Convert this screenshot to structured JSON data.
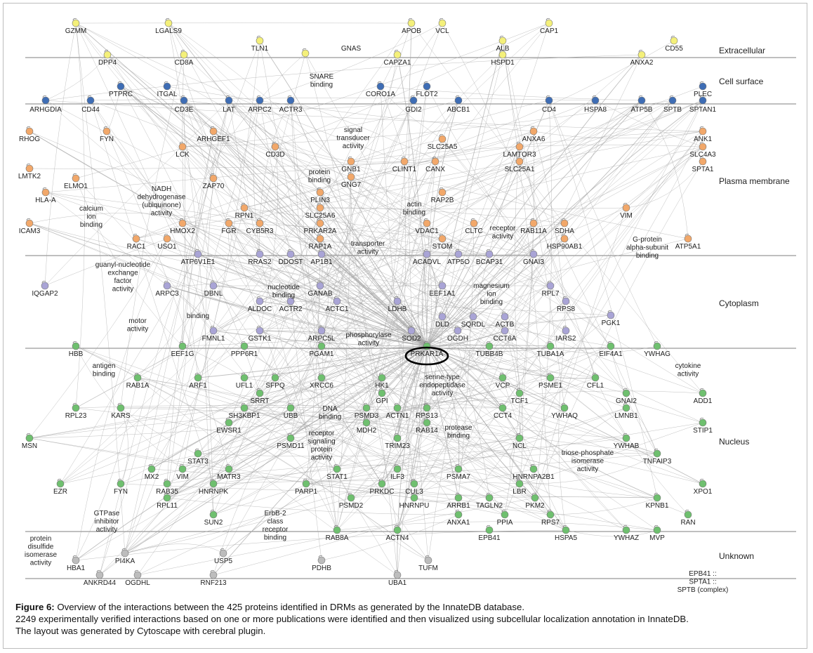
{
  "colors": {
    "Extracellular": "#f4f07a",
    "Cell surface": "#3e6db5",
    "Plasma membrane": "#f2a86a",
    "Cytoplasm": "#a9a4d6",
    "Nucleus": "#6fc06f",
    "Unknown": "#bdbdbd",
    "edge": "#a5a5a5"
  },
  "compartments": [
    "Extracellular",
    "Cell surface",
    "Plasma membrane",
    "Cytoplasm",
    "Nucleus",
    "Unknown"
  ],
  "highlight_node": "PRKAR1A",
  "caption": {
    "label": "Figure 6:",
    "line1": " Overview of the interactions between the 425 proteins identified in DRMs as generated by the InnateDB database.",
    "line2": "2249 experimentally verified interactions based on one or more publications were identified and then visualized using subcellular localization annotation in InnateDB.",
    "line3": "The layout was generated by Cytoscape with cerebral plugin."
  },
  "labels": {
    "Extracellular": [
      "GZMM",
      "LGALS9",
      "APOB",
      "VCL",
      "CAP1",
      "DPP4",
      "CD8A",
      "TLN1",
      "GNAS",
      "CAPZA1",
      "ALB",
      "HSPD1",
      "ANXA2",
      "CD55"
    ],
    "Cell surface": [
      "PTPRC",
      "ITGAL",
      "SNARE binding",
      "CORO1A",
      "FLOT2",
      "ARHGDIA",
      "CD44",
      "CD3E",
      "LAT",
      "ARPC2",
      "ACTR3",
      "GDI2",
      "ABCB1",
      "CD4",
      "HSPA8",
      "ATP5B",
      "SPTB",
      "SPTAN1",
      "PLEC"
    ],
    "Plasma membrane": [
      "RHOG",
      "FYN",
      "ARHGEF1",
      "LCK",
      "CD3D",
      "signal transducer activity",
      "SLC25A5",
      "ANXA6",
      "ANK1",
      "LAMTOR3",
      "SLC4A3",
      "LMTK2",
      "ELMO1",
      "ZAP70",
      "protein binding",
      "GNB1",
      "CLINT1",
      "CANX",
      "SLC25A1",
      "SPTA1",
      "NADH dehydrogenase (ubiquinone) activity",
      "GNG7",
      "HLA-A",
      "calcium ion binding",
      "PLIN3",
      "RAP2B",
      "actin binding",
      "RPN1",
      "SLC25A6",
      "VIM",
      "ICAM3",
      "HMOX2",
      "FGR",
      "CYB5R3",
      "PRKAR2A",
      "VDAC1",
      "CLTC",
      "receptor activity",
      "RAB11A",
      "SDHA",
      "G-protein alpha-subunit binding",
      "RAC1",
      "USO1",
      "RAP1A",
      "transporter activity",
      "STOM",
      "HSP90AB1",
      "ATP5A1"
    ],
    "Cytoplasm": [
      "guanyl-nucleotide exchange factor activity",
      "ATP6V1E1",
      "RRAS2",
      "DDOST",
      "AP1B1",
      "ACADVL",
      "ATP5O",
      "BCAP31",
      "GNAI3",
      "IQGAP2",
      "ARPC3",
      "DBNL",
      "nucleotide binding",
      "GANAB",
      "EEF1A1",
      "magnesium ion binding",
      "RPL7",
      "ALDOC",
      "ACTR2",
      "ACTC1",
      "LDHB",
      "RPS8",
      "binding",
      "motor activity",
      "DLD",
      "SQRDL",
      "ACTB",
      "PGK1",
      "FMNL1",
      "GSTK1",
      "ARPC5L",
      "phosphorylase activity",
      "SOD2",
      "OGDH",
      "CCT6A",
      "IARS2"
    ],
    "Nucleus": [
      "HBB",
      "EEF1G",
      "PPP6R1",
      "PGAM1",
      "PRKAR1A",
      "TUBB4B",
      "TUBA1A",
      "EIF4A1",
      "YWHAG",
      "antigen binding",
      "RAB1A",
      "ARF1",
      "UFL1",
      "SFPQ",
      "XRCC6",
      "HK1",
      "serine-type endopeptidase activity",
      "VCP",
      "PSME1",
      "CFL1",
      "cytokine activity",
      "RPL23",
      "KARS",
      "SRRT",
      "GPI",
      "TCF1",
      "GNAI2",
      "ADD1",
      "SH3KBP1",
      "UBB",
      "DNA binding",
      "PSMD3",
      "ACTN1",
      "RPS13",
      "CCT4",
      "YWHAQ",
      "LMNB1",
      "EWSR1",
      "MDH2",
      "RAB14",
      "protease binding",
      "STIP1",
      "MSN",
      "PSMD11",
      "receptor signaling protein activity",
      "TRIM23",
      "NCL",
      "YWHAB",
      "STAT3",
      "triose-phosphate isomerase activity",
      "TNFAIP3",
      "MX2",
      "VIM",
      "MATR3",
      "ILF3",
      "PSMA7",
      "HNRNPA2B1",
      "EZR",
      "FYN",
      "RAB35",
      "HNRNPK",
      "STAT1",
      "PARP1",
      "PRKDC",
      "CUL3",
      "LBR",
      "XPO1",
      "RPL11",
      "GTPase inhibitor activity",
      "ErbB-2 class receptor binding",
      "PSMD2",
      "HNRNPU",
      "ARRB1",
      "TAGLN2",
      "PKM2",
      "KPNB1",
      "SUN2",
      "ANXA1",
      "PPIA",
      "RPS7",
      "RAN",
      "RAB8A",
      "ACTN4",
      "EPB41",
      "HSPA5",
      "YWHAZ",
      "MVP"
    ],
    "Unknown": [
      "protein disulfide isomerase activity",
      "HBA1",
      "PI4KA",
      "USP5",
      "PDHB",
      "TUFM",
      "ANKRD44",
      "OGDHL",
      "RNF213",
      "UBA1",
      "EPB41 :: SPTA1 :: SPTB (complex)"
    ]
  }
}
